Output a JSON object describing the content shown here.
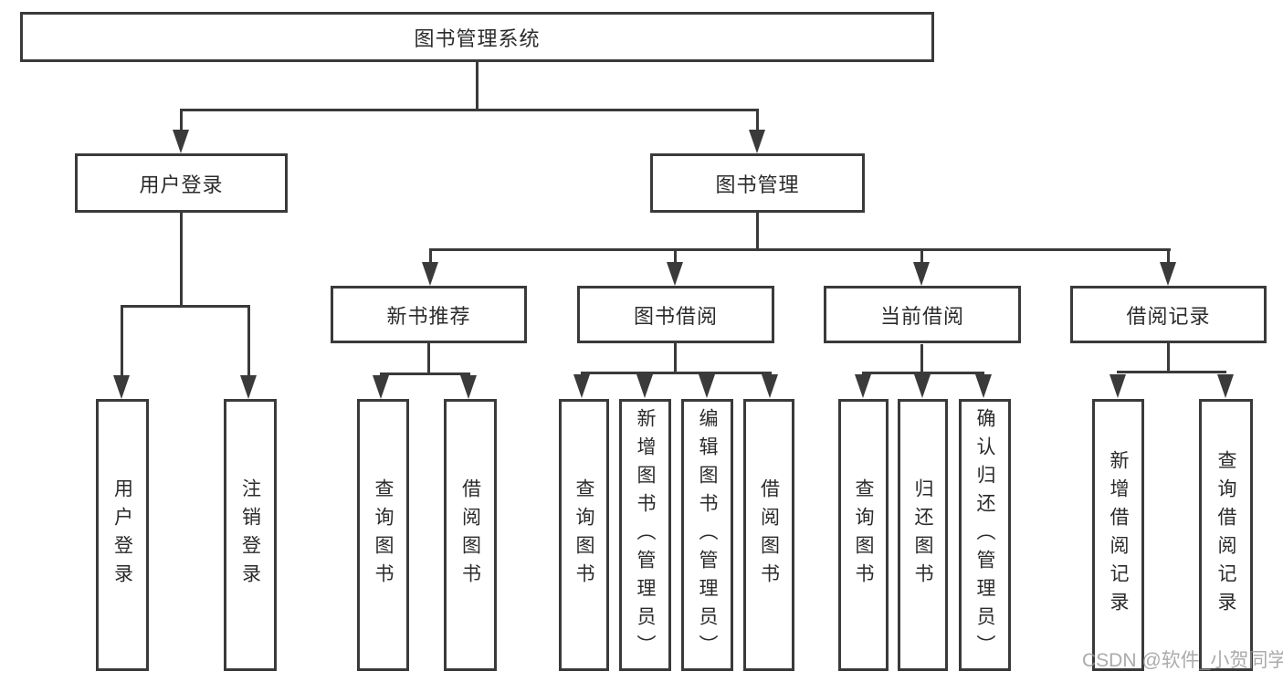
{
  "diagram": {
    "type": "hierarchy-tree",
    "title": "图书管理系统",
    "colors": {
      "line": "#3a3a3a",
      "text": "#2b2b2b",
      "background": "#ffffff",
      "watermark": "#969696"
    },
    "nodes": {
      "root": "图书管理系统",
      "user_login": "用户登录",
      "book_management": "图书管理",
      "new_book_recommend": "新书推荐",
      "book_borrow": "图书借阅",
      "current_borrow": "当前借阅",
      "borrow_records": "借阅记录",
      "ul_user_login": "用户登录",
      "ul_logout": "注销登录",
      "nbr_query_books": "查询图书",
      "nbr_borrow_books": "借阅图书",
      "bb_query_books": "查询图书",
      "bb_add_books_admin": "新增图书（管理员）",
      "bb_edit_books_admin": "编辑图书（管理员）",
      "bb_borrow_books": "借阅图书",
      "cb_query_books": "查询图书",
      "cb_return_books": "归还图书",
      "cb_confirm_return_admin": "确认归还（管理员）",
      "br_add_record": "新增借阅记录",
      "br_query_record": "查询借阅记录"
    },
    "watermark": "CSDN @软件_小贺同学"
  }
}
